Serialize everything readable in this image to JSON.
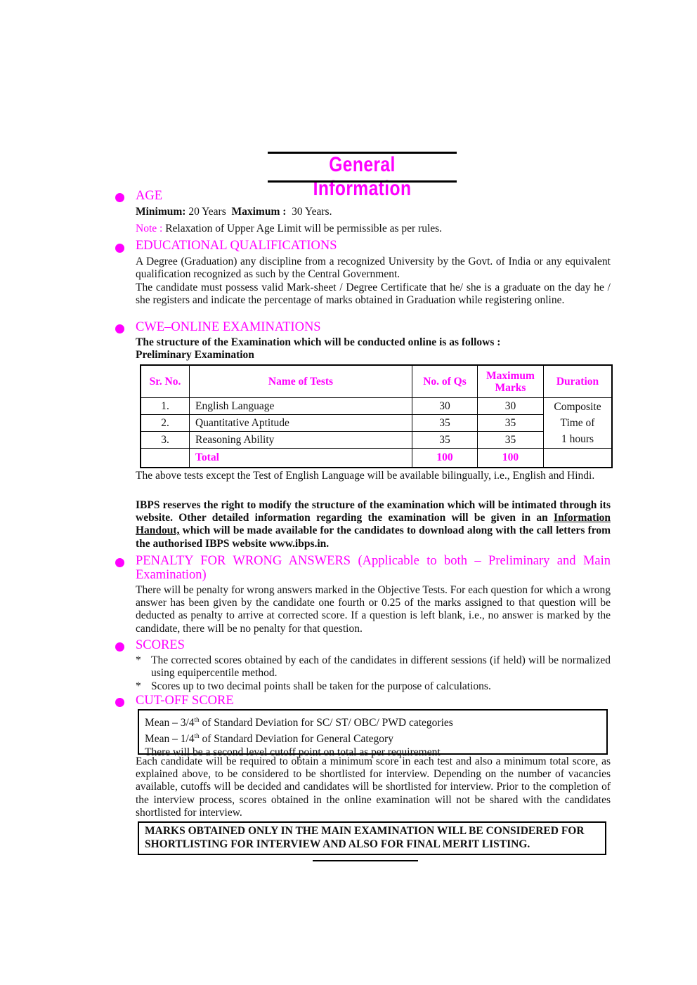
{
  "title": "General Information",
  "age": {
    "heading": "AGE",
    "min_label": "Minimum:",
    "min_value": "20 Years",
    "max_label": "Maximum :",
    "max_value": "30 Years.",
    "note_label": "Note :",
    "note_text": "Relaxation of Upper Age Limit will be permissible as per rules."
  },
  "edu": {
    "heading": "EDUCATIONAL QUALIFICATIONS",
    "p1": "A Degree (Graduation) any discipline from a recognized University by the Govt. of India or any equivalent qualification recognized as such by the Central Government.",
    "p2": "The candidate must possess valid Mark-sheet / Degree Certificate that he/ she is a graduate on the day he / she registers and indicate the percentage of marks obtained in Graduation while registering online."
  },
  "cwe": {
    "heading": "CWE–ONLINE EXAMINATIONS",
    "intro": "The structure of the Examination which will be conducted online is as follows :",
    "subhead": "Preliminary Examination",
    "table": {
      "headers": [
        "Sr. No.",
        "Name of Tests",
        "No. of Qs",
        "Maximum Marks",
        "Duration"
      ],
      "rows": [
        [
          "1.",
          "English Language",
          "30",
          "30"
        ],
        [
          "2.",
          "Quantitative Aptitude",
          "35",
          "35"
        ],
        [
          "3.",
          "Reasoning Ability",
          "35",
          "35"
        ]
      ],
      "duration": [
        "Composite",
        "Time of",
        "1 hours"
      ],
      "total": [
        "Total",
        "100",
        "100"
      ]
    },
    "after": "The above tests except the Test of English Language will be available bilingually, i.e., English and Hindi.",
    "bold1": "IBPS reserves the right to modify the structure of the examination which will be intimated through its website. Other detailed information regarding the examination will be given in an ",
    "bold_link": "Information Handout,",
    "bold2": " which will be made available for the candidates to download along with the call letters from the authorised IBPS website www.ibps.in."
  },
  "penalty": {
    "heading": "PENALTY FOR WRONG ANSWERS (Applicable to both – Preliminary and Main Examination)",
    "text": "There will be penalty for wrong answers marked in the Objective Tests. For each question for which a wrong answer has been given by the candidate one fourth or 0.25 of the marks assigned to that question will be deducted as penalty to arrive at corrected score. If a question is left blank, i.e., no answer is marked by the candidate, there will be no penalty for that question."
  },
  "scores": {
    "heading": "SCORES",
    "items": [
      "The corrected scores obtained by each of the candidates in different sessions (if held) will be normalized using equipercentile method.",
      "Scores up to two decimal points shall be taken for the purpose of calculations."
    ]
  },
  "cutoff": {
    "heading": "CUT-OFF SCORE",
    "box": [
      {
        "a": "Mean – 3/4",
        "sup": "th",
        "b": " of Standard Deviation for SC/ ST/ OBC/ PWD categories"
      },
      {
        "a": "Mean – 1/4",
        "sup": "th",
        "b": " of Standard Deviation for General Category"
      }
    ],
    "box_line3": "There will be a second level cutoff point on total as per requirement",
    "text": "Each candidate will be required to obtain a minimum score in each test and also a minimum total score, as explained above, to be considered to be shortlisted for interview. Depending on the number of vacancies available, cutoffs will be decided and candidates will be shortlisted for interview. Prior to the completion of the interview process, scores obtained in the online examination will not be shared with the candidates shortlisted for interview.",
    "notice": "MARKS OBTAINED ONLY IN THE MAIN EXAMINATION WILL BE CONSIDERED FOR SHORTLISTING FOR INTERVIEW AND ALSO FOR FINAL MERIT LISTING."
  }
}
